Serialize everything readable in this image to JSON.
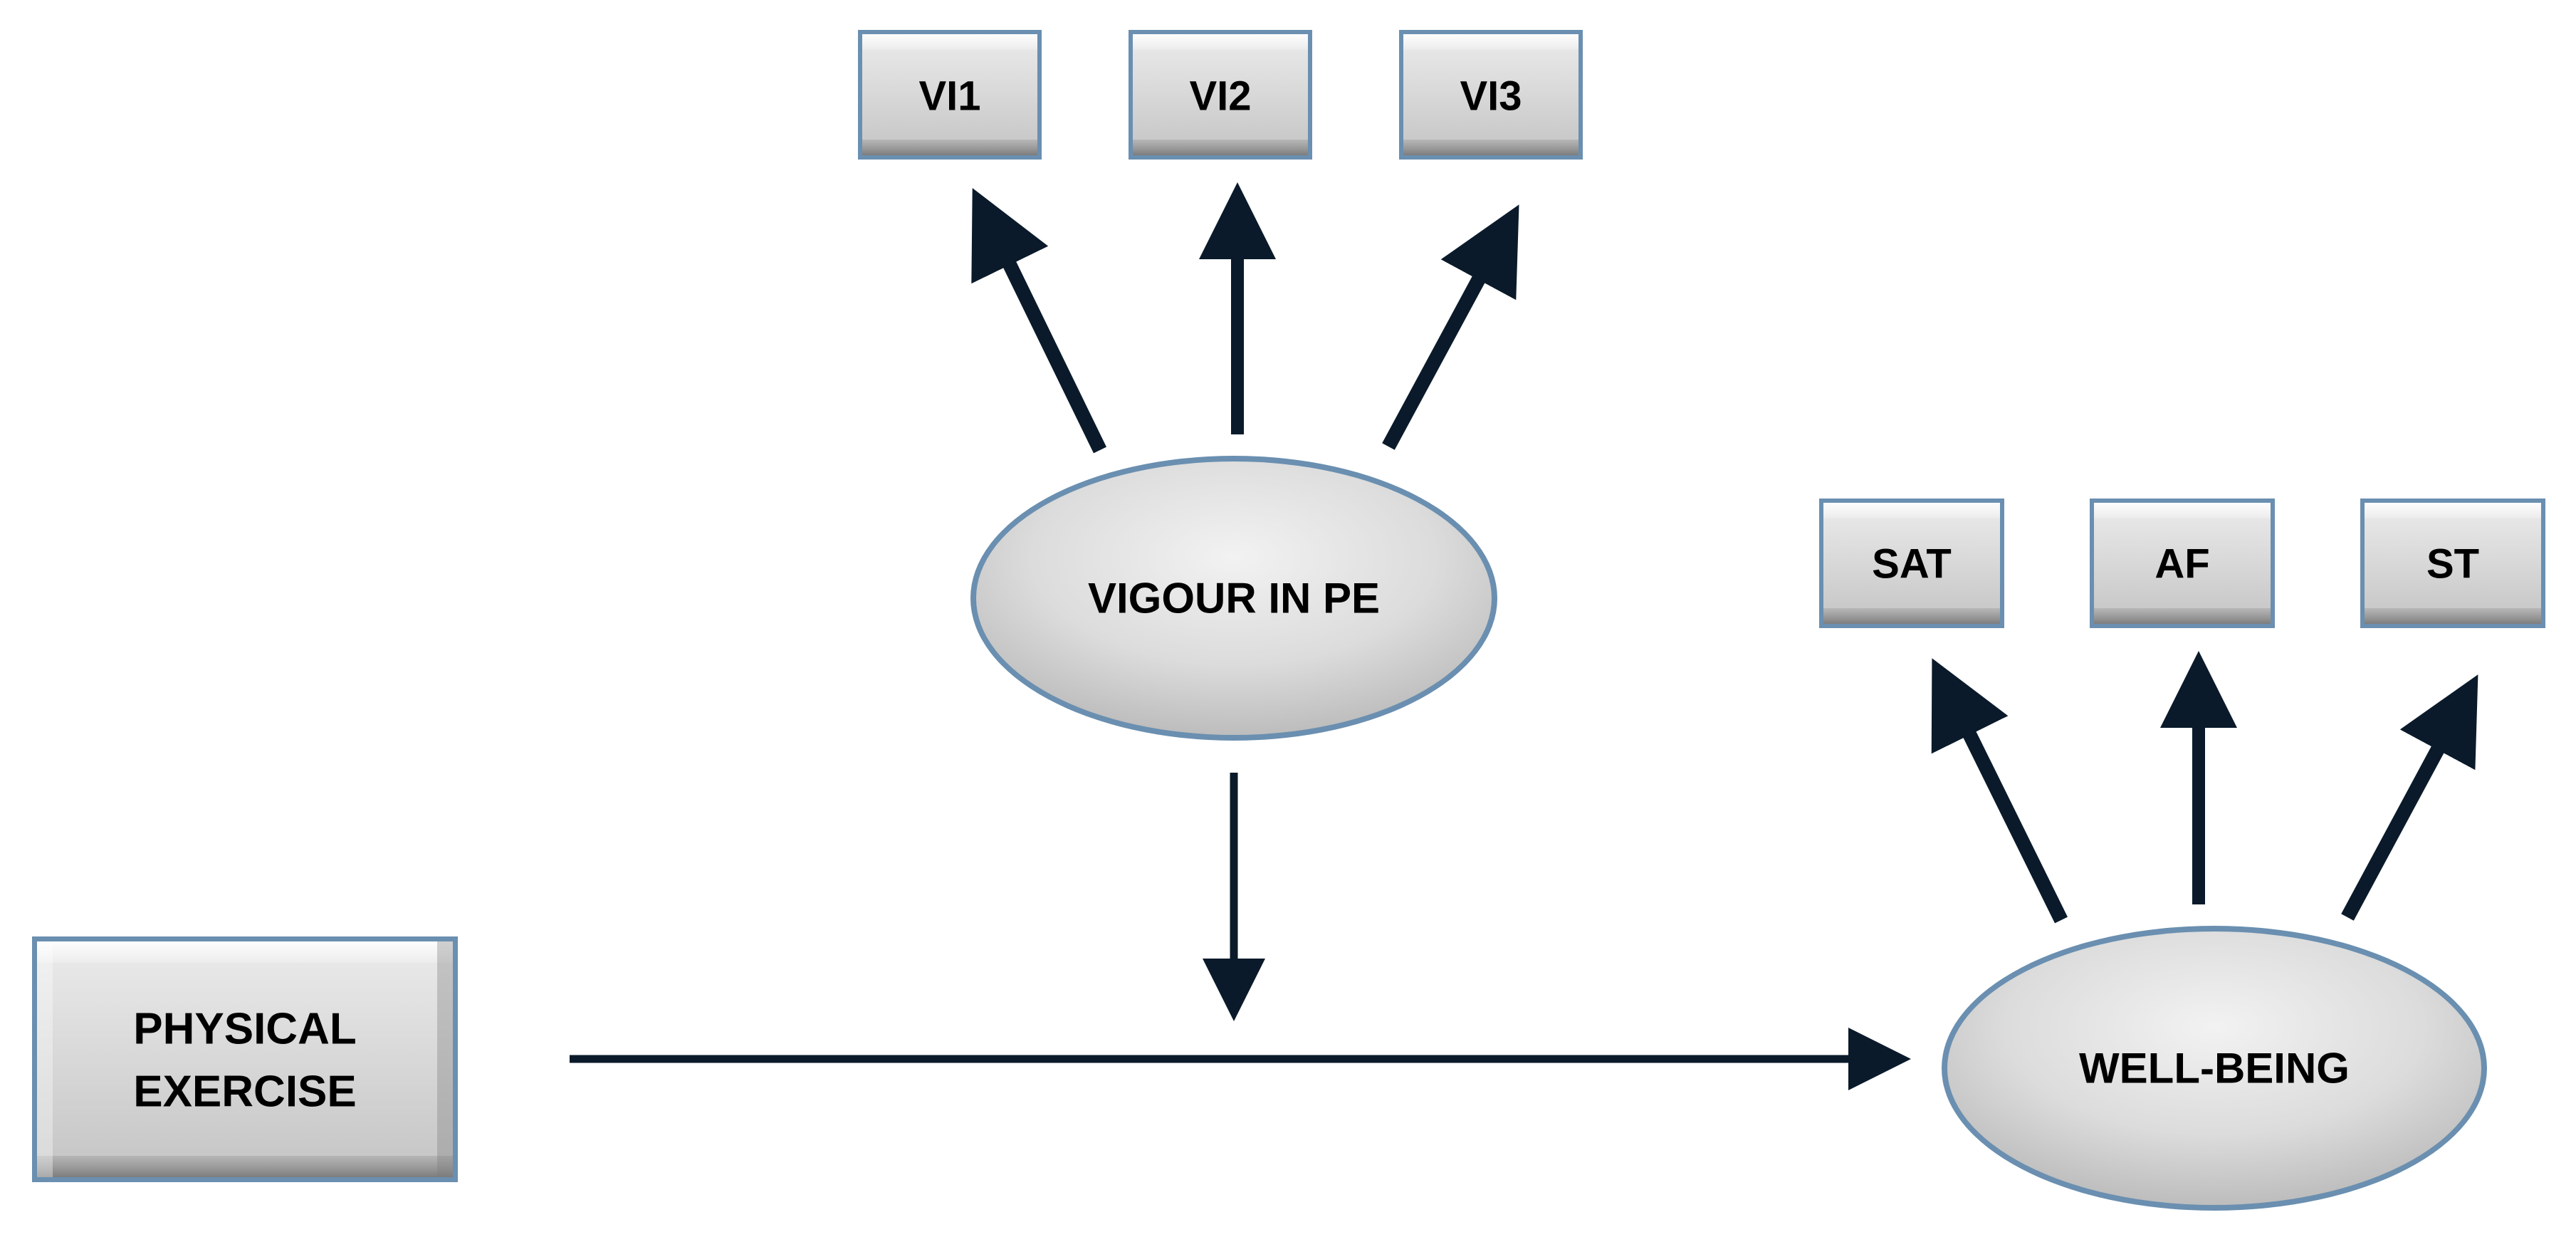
{
  "nodes": {
    "vi1": {
      "label": "VI1"
    },
    "vi2": {
      "label": "VI2"
    },
    "vi3": {
      "label": "VI3"
    },
    "vigour": {
      "label": "VIGOUR IN PE"
    },
    "sat": {
      "label": "SAT"
    },
    "af": {
      "label": "AF"
    },
    "st": {
      "label": "ST"
    },
    "wellbeing": {
      "label": "WELL-BEING"
    },
    "physical_exercise": {
      "line1": "PHYSICAL",
      "line2": "EXERCISE"
    }
  },
  "edges": [
    {
      "from": "vigour",
      "to": "vi1"
    },
    {
      "from": "vigour",
      "to": "vi2"
    },
    {
      "from": "vigour",
      "to": "vi3"
    },
    {
      "from": "wellbeing",
      "to": "sat"
    },
    {
      "from": "wellbeing",
      "to": "af"
    },
    {
      "from": "wellbeing",
      "to": "st"
    },
    {
      "from": "physical_exercise",
      "to": "wellbeing"
    },
    {
      "from": "vigour",
      "to": "physical_exercise->wellbeing"
    }
  ],
  "colors": {
    "node_fill": "#d6d6d6",
    "node_border": "#6a8fb0",
    "arrow": "#0a1a2a"
  }
}
